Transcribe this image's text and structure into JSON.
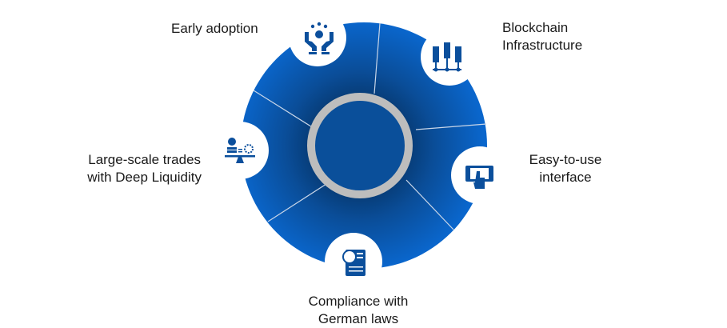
{
  "colors": {
    "wheel_edge": "#0a63c9",
    "wheel_inner": "#08427f",
    "ring": "#bdbdbd",
    "icon": "#0b4f9c",
    "divider": "#c9d6e8"
  },
  "items": [
    {
      "label_lines": [
        "Early adoption"
      ],
      "icon": "hands-community-icon"
    },
    {
      "label_lines": [
        "Blockchain",
        "Infrastructure"
      ],
      "icon": "server-network-icon"
    },
    {
      "label_lines": [
        "Easy-to-use",
        "interface"
      ],
      "icon": "touch-screen-icon"
    },
    {
      "label_lines": [
        "Compliance with",
        "German laws"
      ],
      "icon": "certificate-document-icon"
    },
    {
      "label_lines": [
        "Large-scale trades",
        "with Deep Liquidity"
      ],
      "icon": "balance-scale-icon"
    }
  ]
}
